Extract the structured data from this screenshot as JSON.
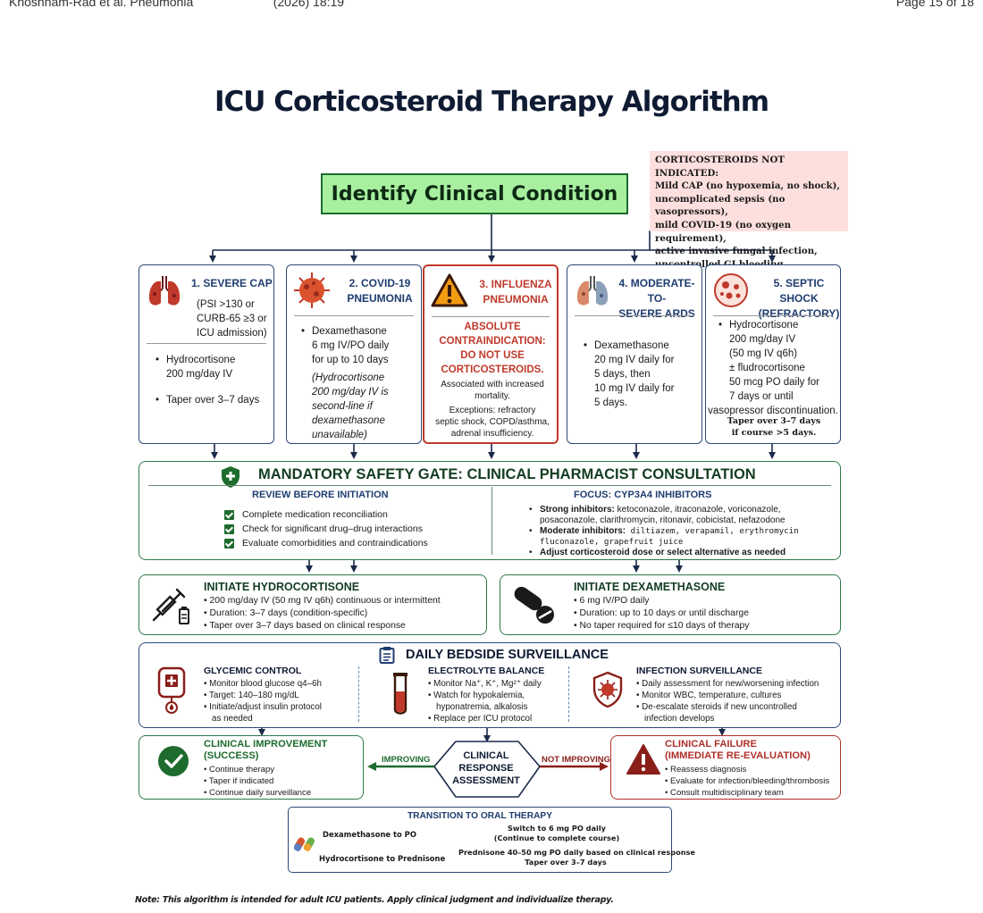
{
  "page_header": {
    "left": "Khoshnam-Rad et al. Pneumonia",
    "middle": "(2026) 18:19",
    "right": "Page 15 of 18"
  },
  "title": "ICU Corticosteroid Therapy Algorithm",
  "not_indicated": {
    "heading": "CORTICOSTEROIDS NOT INDICATED:",
    "lines": [
      "Mild CAP (no hypoxemia, no shock),",
      "uncomplicated sepsis (no vasopressors),",
      "mild COVID-19 (no oxygen requirement),",
      "active invasive fungal infection,",
      "uncontrolled GI bleeding"
    ]
  },
  "identify": "Identify Clinical Condition",
  "conditions": [
    {
      "title": [
        "1. SEVERE CAP"
      ],
      "criteria": [
        "(PSI >130 or",
        "CURB-65 ≥3 or",
        "ICU admission)"
      ],
      "bullets": [
        [
          "Hydrocortisone",
          "200 mg/day IV"
        ],
        [
          "Taper over 3–7 days"
        ]
      ]
    },
    {
      "title": [
        "2. COVID-19",
        "PNEUMONIA"
      ],
      "bullets": [
        [
          "Dexamethasone",
          "6 mg IV/PO daily",
          "for up to 10 days"
        ]
      ],
      "note": [
        "(Hydrocortisone",
        "200 mg/day IV is",
        "second-line if",
        "dexamethasone",
        "unavailable)"
      ]
    },
    {
      "title": [
        "3. INFLUENZA",
        "PNEUMONIA"
      ],
      "warning": [
        "ABSOLUTE",
        "CONTRAINDICATION:",
        "DO NOT USE",
        "CORTICOSTEROIDS."
      ],
      "body": [
        "Associated with increased",
        "mortality."
      ],
      "exceptions": [
        "Exceptions: refractory",
        "septic shock, COPD/asthma,",
        "adrenal insufficiency."
      ]
    },
    {
      "title": [
        "4. MODERATE-TO-",
        "SEVERE ARDS"
      ],
      "bullets": [
        [
          "Dexamethasone",
          "20 mg IV daily for",
          "5 days, then",
          "10 mg IV daily for",
          "5 days."
        ]
      ]
    },
    {
      "title": [
        "5. SEPTIC SHOCK",
        "(REFRACTORY)"
      ],
      "bullets": [
        [
          "Hydrocortisone",
          "200 mg/day IV",
          "(50 mg IV q6h)",
          "± fludrocortisone",
          "50 mcg PO daily for",
          "7 days or until",
          "vasopressor discontinuation."
        ]
      ],
      "taper": [
        "Taper over 3–7 days",
        "if course >5 days."
      ]
    }
  ],
  "safety_gate": {
    "title": "MANDATORY SAFETY GATE: CLINICAL PHARMACIST CONSULTATION",
    "review_heading": "REVIEW BEFORE INITIATION",
    "review_items": [
      "Complete medication reconciliation",
      "Check for significant drug–drug interactions",
      "Evaluate comorbidities and contraindications"
    ],
    "focus_heading": "FOCUS: CYP3A4 INHIBITORS",
    "strong_label": "Strong inhibitors:",
    "strong_text": " ketoconazole, itraconazole, voriconazole,",
    "strong_text2": "posaconazole, clarithromycin, ritonavir, cobicistat, nefazodone",
    "moderate_label": "Moderate inhibitors:",
    "moderate_text": " diltiazem, verapamil, erythromycin",
    "moderate_text2": "fluconazole, grapefruit juice",
    "adjust": "Adjust corticosteroid dose or select alternative as needed"
  },
  "initiate_hc": {
    "title": "INITIATE HYDROCORTISONE",
    "bullets": [
      "200 mg/day IV (50 mg IV q6h) continuous or intermittent",
      "Duration: 3–7 days (condition-specific)",
      "Taper over 3–7 days based on clinical response"
    ]
  },
  "initiate_dx": {
    "title": "INITIATE DEXAMETHASONE",
    "bullets": [
      "6 mg IV/PO daily",
      "Duration: up to 10 days or until discharge",
      "No taper required for ≤10 days of therapy"
    ]
  },
  "surveillance": {
    "title": "DAILY BEDSIDE SURVEILLANCE",
    "glycemic": {
      "heading": "GLYCEMIC CONTROL",
      "items": [
        "Monitor blood glucose q4–6h",
        "Target: 140–180 mg/dL",
        "Initiate/adjust insulin protocol",
        "as needed"
      ]
    },
    "electrolyte": {
      "heading": "ELECTROLYTE BALANCE",
      "items": [
        "Monitor Na⁺, K⁺, Mg²⁺ daily",
        "Watch for hypokalemia,",
        "hyponatremia, alkalosis",
        "Replace per ICU protocol"
      ]
    },
    "infection": {
      "heading": "INFECTION SURVEILLANCE",
      "items": [
        "Daily assessment for new/worsening infection",
        "Monitor WBC, temperature, cultures",
        "De-escalate steroids if new uncontrolled",
        "infection develops"
      ]
    }
  },
  "success": {
    "title": [
      "CLINICAL IMPROVEMENT",
      "(SUCCESS)"
    ],
    "items": [
      "Continue therapy",
      "Taper if indicated",
      "Continue daily surveillance"
    ]
  },
  "assessment": [
    "CLINICAL",
    "RESPONSE",
    "ASSESSMENT"
  ],
  "improving": "IMPROVING",
  "not_improving": "NOT IMPROVING",
  "failure": {
    "title": [
      "CLINICAL FAILURE",
      "(IMMEDIATE RE-EVALUATION)"
    ],
    "items": [
      "Reassess diagnosis",
      "Evaluate for infection/bleeding/thrombosis",
      "Consult multidisciplinary team"
    ]
  },
  "oral": {
    "title": "TRANSITION TO ORAL THERAPY",
    "row1_label": "Dexamethasone to PO",
    "row1_result": [
      "Switch to 6 mg PO daily",
      "(Continue to complete course)"
    ],
    "row2_label": "Hydrocortisone to Prednisone",
    "row2_result": [
      "Prednisone 40–50 mg PO daily based on clinical response",
      "Taper over 3–7 days"
    ]
  },
  "note": "Note: This algorithm is intended for adult ICU patients. Apply clinical judgment and individualize therapy.",
  "colors": {
    "navy": "#1f3d70",
    "green": "#1e6b2e",
    "red": "#c0392b",
    "pink": "#fde0de",
    "light_green": "#a8f0a0"
  }
}
